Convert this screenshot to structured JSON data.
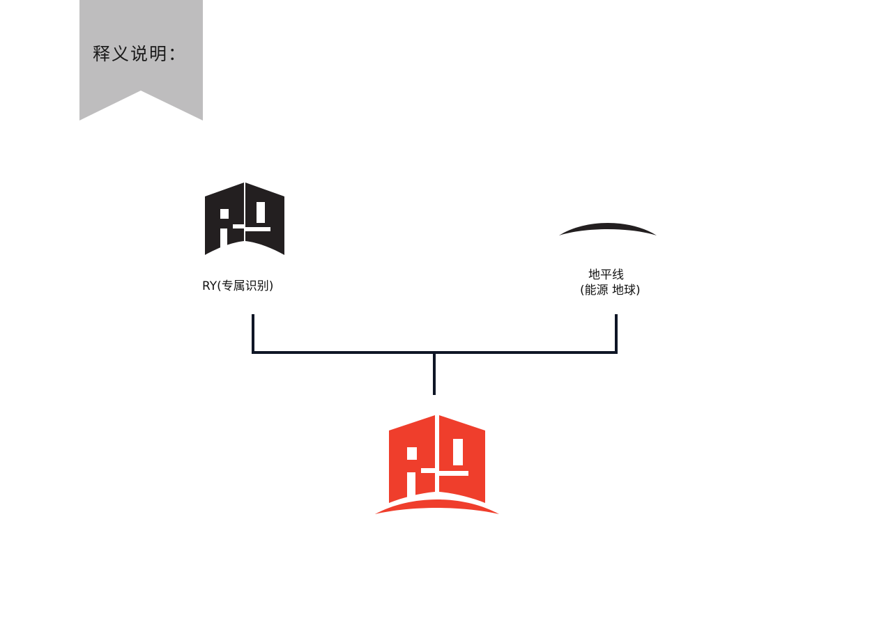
{
  "header": {
    "title": "释义说明："
  },
  "left_element": {
    "icon": "ry-monogram-icon",
    "label": "RY(专属识别)"
  },
  "right_element": {
    "icon": "horizon-arc-icon",
    "label_line1": "地平线",
    "label_line2": "(能源 地球)"
  },
  "combined_logo": {
    "icon": "ry-horizon-logo-icon"
  },
  "colors": {
    "ribbon": "#bebdbe",
    "dark_mark": "#231f20",
    "connector": "#0f1626",
    "brand_red": "#ef3e2c"
  }
}
